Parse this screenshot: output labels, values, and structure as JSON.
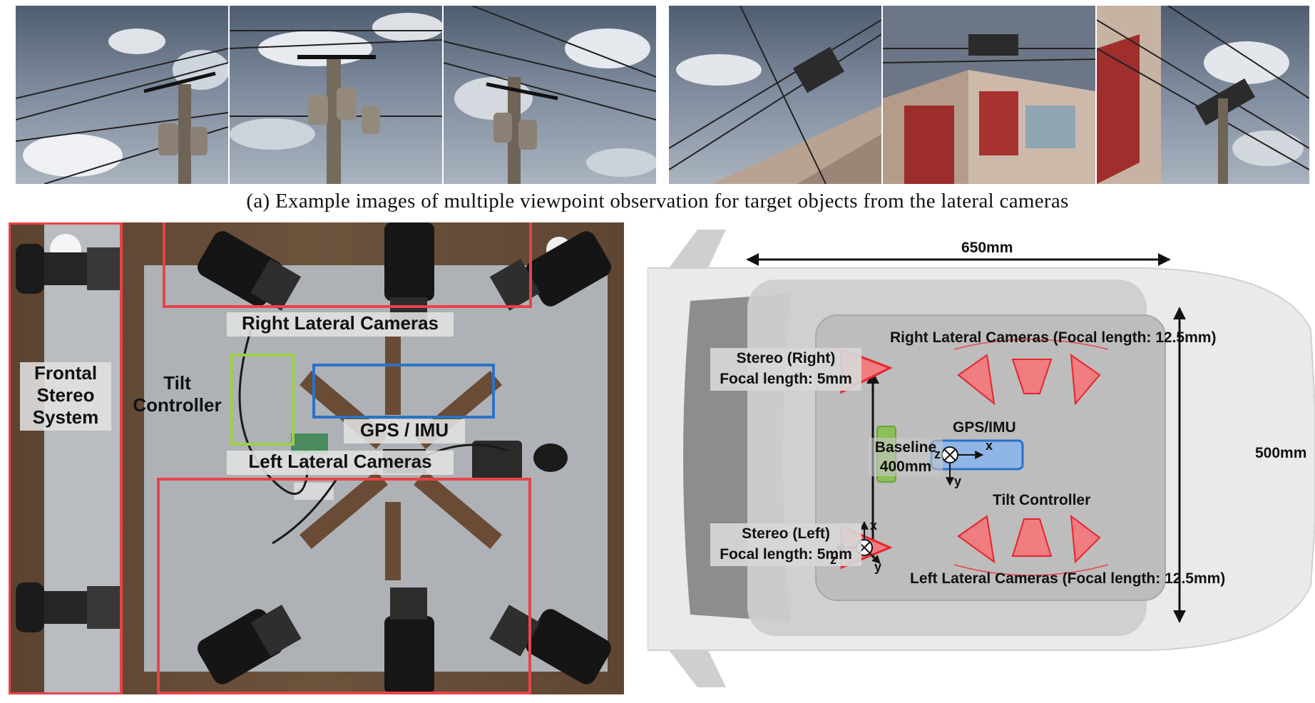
{
  "figure": {
    "caption_a": "(a) Example images of multiple viewpoint observation for target objects from the lateral cameras",
    "rig_labels": {
      "right_lateral": "Right Lateral Cameras",
      "left_lateral": "Left Lateral Cameras",
      "frontal_line1": "Frontal",
      "frontal_line2": "Stereo",
      "frontal_line3": "System",
      "tilt_line1": "Tilt",
      "tilt_line2": "Controller",
      "gps_imu": "GPS / IMU"
    },
    "diagram": {
      "width_dim": "650mm",
      "height_dim": "500mm",
      "right_lateral": "Right Lateral Cameras (Focal length: 12.5mm)",
      "left_lateral": "Left Lateral Cameras (Focal length: 12.5mm)",
      "stereo_right_line1": "Stereo (Right)",
      "stereo_right_line2": "Focal length: 5mm",
      "stereo_left_line1": "Stereo (Left)",
      "stereo_left_line2": "Focal length: 5mm",
      "baseline_line1": "Baseline",
      "baseline_line2": "400mm",
      "gps_imu": "GPS/IMU",
      "tilt_controller": "Tilt Controller",
      "axis_x": "x",
      "axis_y": "y",
      "axis_z": "z"
    },
    "colors": {
      "highlight_red": "#e8434a",
      "highlight_green": "#9ccf45",
      "highlight_blue": "#2b73c6",
      "camera_fill": "#f07d80",
      "controller_fill": "#8bbf5a",
      "imu_fill": "#8fb6e6"
    }
  }
}
